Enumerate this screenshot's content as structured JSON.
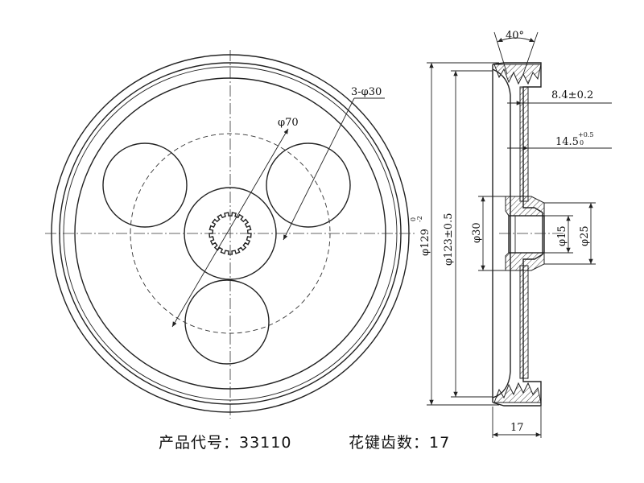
{
  "drawing": {
    "labels": {
      "holes": "3-φ30",
      "pitch_circle": "φ70",
      "outer_dia_main": "φ129",
      "outer_dia_tol_upper": "0",
      "outer_dia_tol_lower": "-2",
      "rim_dia": "φ123±0.5",
      "groove_angle": "40°",
      "web_thickness": "8.4±0.2",
      "hub_offset_main": "14.5",
      "hub_offset_tol_upper": "+0.5",
      "hub_offset_tol_lower": "0",
      "hub_outer": "φ30",
      "bore": "φ15",
      "hub_boss": "φ25",
      "width": "17"
    }
  },
  "captions": {
    "product_code": "产品代号：33110",
    "spline_teeth": "花键齿数：17"
  }
}
